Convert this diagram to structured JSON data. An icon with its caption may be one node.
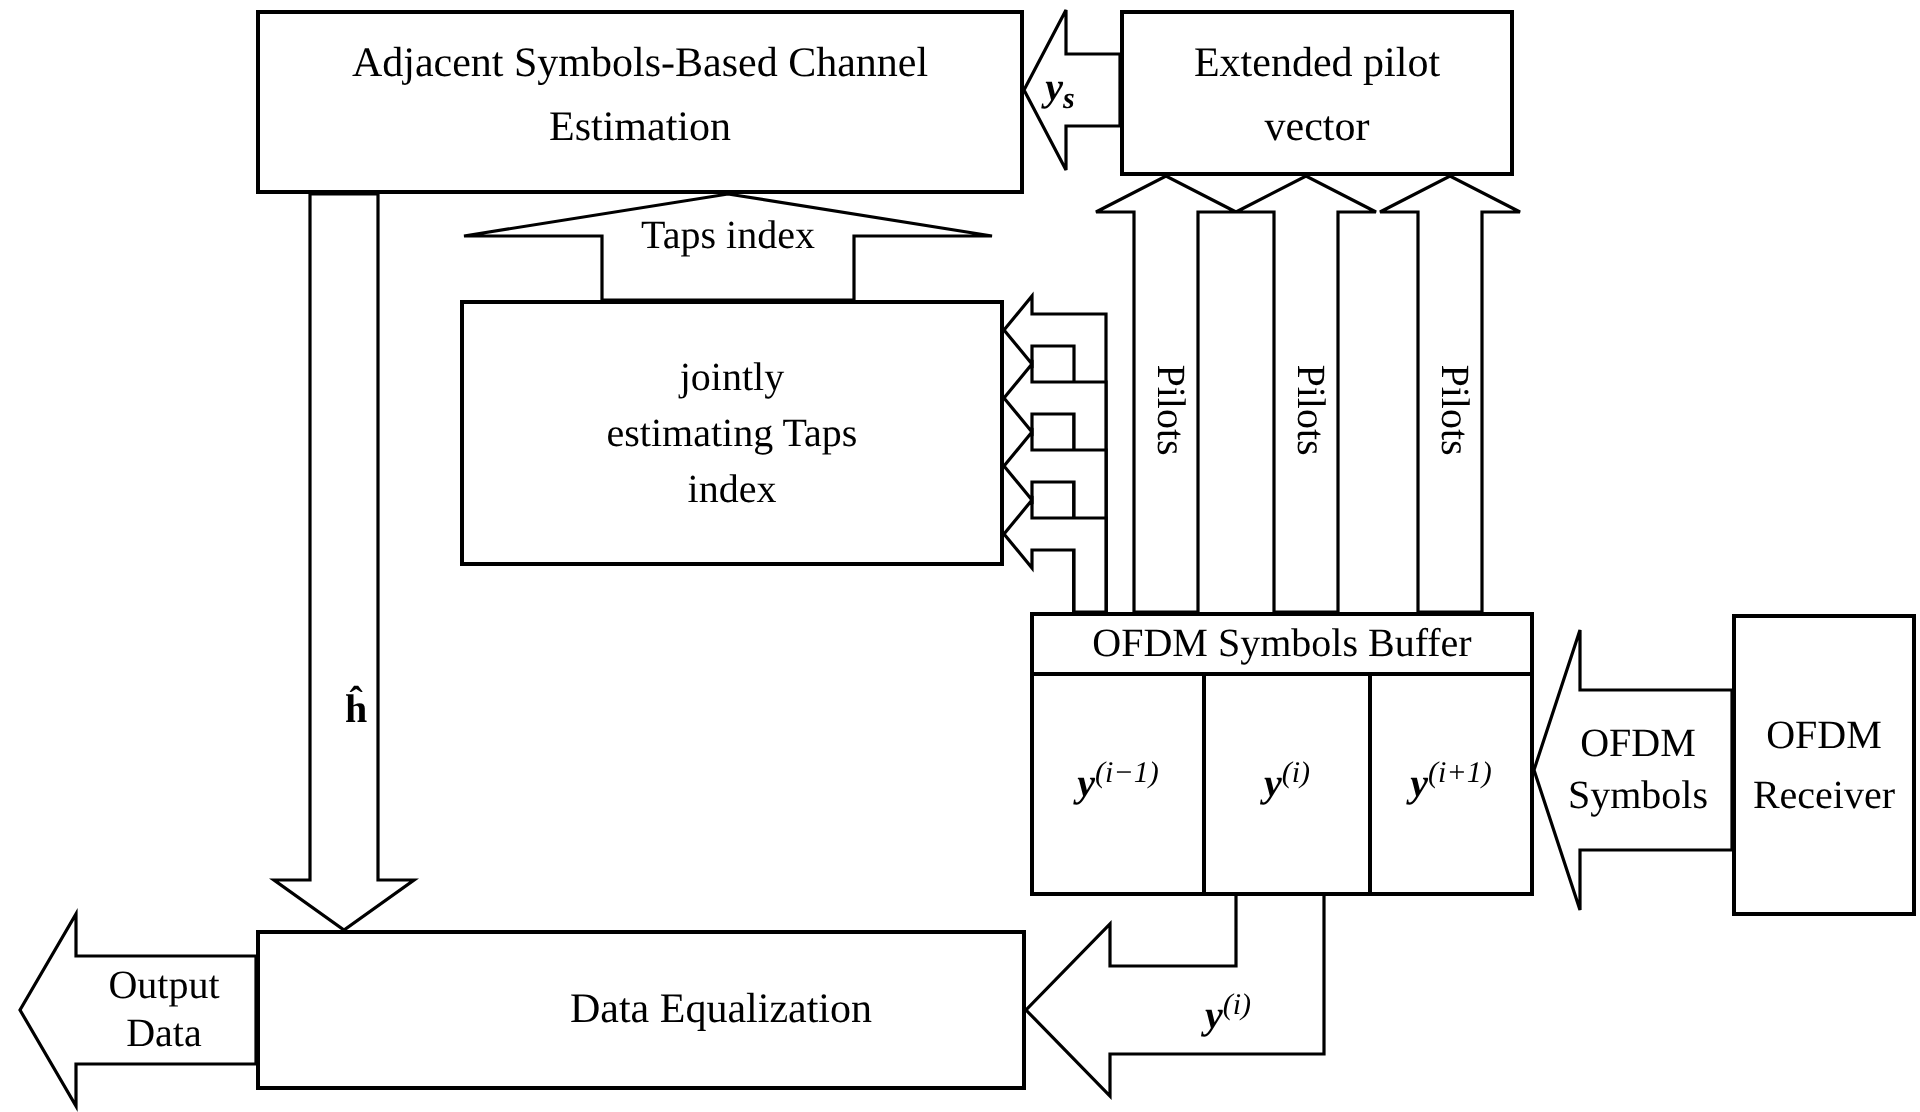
{
  "diagram": {
    "nodes": [
      {
        "text": [
          "Adjacent Symbols-Based Channel Estimation"
        ]
      },
      {
        "text": [
          "Extended pilot vector"
        ]
      },
      {
        "text": [
          "jointly estimating Taps index"
        ]
      },
      {
        "text": [
          "OFDM Symbols Buffer"
        ]
      },
      {
        "text": [
          "**y**$^{(i−1)}$"
        ],
        "in": 3
      },
      {
        "text": [
          "**y**$^{(i)}$"
        ],
        "in": 3
      },
      {
        "text": [
          "**y**$^{(i+1)}$"
        ],
        "in": 3
      },
      {
        "text": [
          "OFDM Receiver"
        ]
      },
      {
        "text": [
          "Data Equalization"
        ]
      }
    ],
    "edges": [
      {
        "from": 1,
        "to": 0,
        "arrow": "to",
        "label": "y$_{s}$"
      },
      {
        "from": 2,
        "to": 0,
        "arrow": "to",
        "label": "Taps index"
      },
      {
        "from": 0,
        "to": 8,
        "arrow": "to",
        "label": "**ĥ**"
      },
      {
        "from": 3,
        "to": 1,
        "arrow": "to",
        "label": "Pilots"
      },
      {
        "from": 3,
        "to": 1,
        "arrow": "to",
        "label": "Pilots"
      },
      {
        "from": 3,
        "to": 1,
        "arrow": "to",
        "label": "Pilots"
      },
      {
        "from": 3,
        "to": 2,
        "arrow": "to"
      },
      {
        "from": 3,
        "to": 2,
        "arrow": "to"
      },
      {
        "from": 3,
        "to": 2,
        "arrow": "to"
      },
      {
        "from": 3,
        "to": 2,
        "arrow": "to"
      },
      {
        "from": 7,
        "to": 3,
        "arrow": "to",
        "label": "OFDM Symbols"
      },
      {
        "from": 5,
        "to": 8,
        "arrow": "to",
        "label": "**y**$^{(i)}$"
      },
      {
        "from": 8,
        "to": null,
        "arrow": "to",
        "label": "Output Data"
      }
    ]
  }
}
